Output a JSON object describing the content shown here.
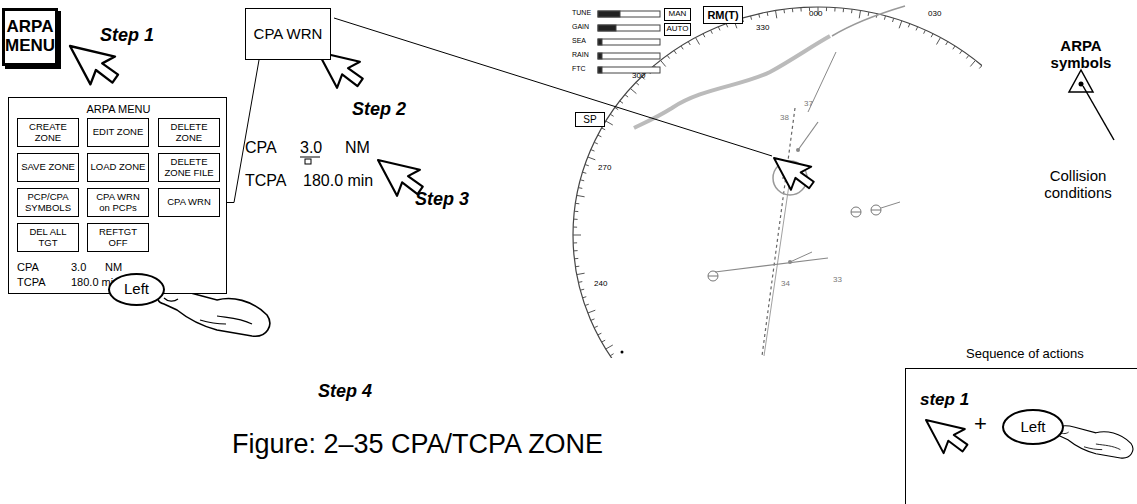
{
  "diagram": {
    "caption": "Figure: 2–35 CPA/TCPA ZONE",
    "nodes": [
      {
        "text": [
          "ARPA MENU"
        ]
      },
      {
        "text": [
          "ARPA MENU",
          "CPA",
          "3.0",
          "NM",
          "TCPA",
          "180.0 min"
        ]
      },
      {
        "text": [
          "CREATE ZONE"
        ],
        "in": 1
      },
      {
        "text": [
          "EDIT ZONE"
        ],
        "in": 1
      },
      {
        "text": [
          "DELETE ZONE"
        ],
        "in": 1
      },
      {
        "text": [
          "SAVE ZONE"
        ],
        "in": 1
      },
      {
        "text": [
          "LOAD ZONE"
        ],
        "in": 1
      },
      {
        "text": [
          "DELETE ZONE FILE"
        ],
        "in": 1
      },
      {
        "text": [
          "PCP/CPA SYMBOLS"
        ],
        "in": 1
      },
      {
        "text": [
          "CPA WRN on PCPs"
        ],
        "in": 1
      },
      {
        "text": [
          "CPA WRN"
        ],
        "in": 1
      },
      {
        "text": [
          "DEL ALL TGT"
        ],
        "in": 1
      },
      {
        "text": [
          "REFTGT OFF"
        ],
        "in": 1
      },
      {
        "text": [
          "CPA WRN"
        ]
      },
      {
        "text": [
          "Left"
        ]
      },
      {
        "text": [
          "MAN"
        ]
      },
      {
        "text": [
          "AUTO"
        ]
      },
      {
        "text": [
          "RM(T)"
        ]
      },
      {
        "text": [
          "SP"
        ]
      },
      {
        "text": [
          "Sequence of actions",
          "step 1"
        ]
      },
      {
        "text": [
          "Left"
        ],
        "in": 19
      }
    ],
    "edges": [
      {
        "from": 10,
        "to": 13,
        "arrow": "none"
      }
    ],
    "labels": [
      "Step 1",
      "Step 2",
      "CPA",
      "3.0",
      "NM",
      "TCPA",
      "180.0 min",
      "Step 3",
      "Step 4",
      "TUNE",
      "GAIN",
      "SEA",
      "RAIN",
      "FTC",
      "000",
      "030",
      "330",
      "300",
      "270",
      "240",
      "37",
      "38",
      "34",
      "33",
      "ARPA symbols",
      "Collision conditions",
      "+"
    ]
  }
}
